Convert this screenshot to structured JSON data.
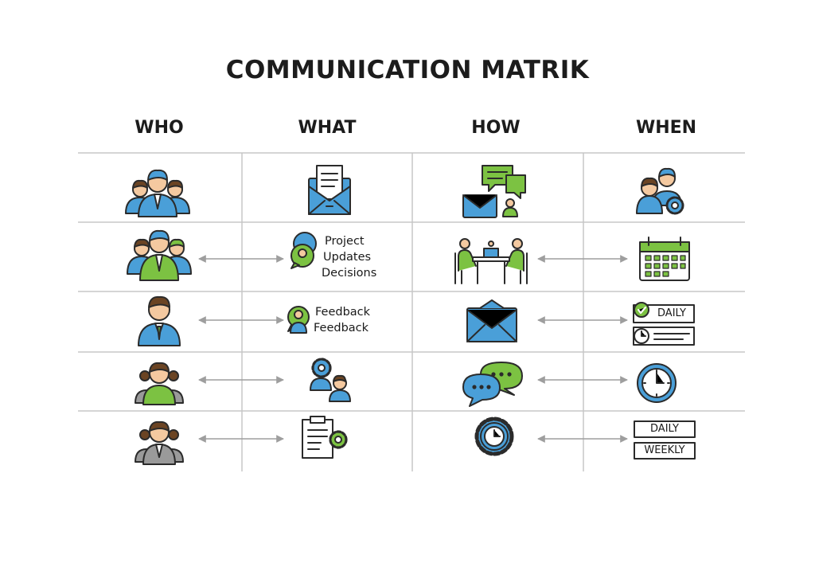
{
  "title": "COMMUNICATION MATRIK",
  "columns": [
    "WHO",
    "WHAT",
    "HOW",
    "WHEN"
  ],
  "rows": [
    {
      "who": "team-group-icon",
      "what": {
        "icon": "newsletter-envelope-icon",
        "lines": []
      },
      "how": "chat-and-email-icon",
      "when": {
        "icon": "people-gear-icon",
        "labels": []
      }
    },
    {
      "who": "large-team-icon",
      "what": {
        "icon": "chat-bubbles-icon",
        "lines": [
          "Project",
          "Updates",
          "Decisions"
        ]
      },
      "how": "meeting-table-icon",
      "when": {
        "icon": "calendar-icon",
        "labels": []
      }
    },
    {
      "who": "manager-icon",
      "what": {
        "icon": "feedback-person-icon",
        "lines": [
          "Feedback",
          "Feedback"
        ]
      },
      "how": "email-icon",
      "when": {
        "icon": "daily-checklist-icon",
        "labels": [
          "DAILY"
        ]
      }
    },
    {
      "who": "colleague-group-icon",
      "what": {
        "icon": "person-gear-icon",
        "lines": []
      },
      "how": "chat-bubbles-icon",
      "when": {
        "icon": "clock-icon",
        "labels": []
      }
    },
    {
      "who": "stakeholder-group-icon",
      "what": {
        "icon": "document-gear-icon",
        "lines": []
      },
      "how": "gear-clock-icon",
      "when": {
        "icon": "schedule-labels-icon",
        "labels": [
          "DAILY",
          "WEEKLY"
        ]
      }
    }
  ],
  "colors": {
    "blue": "#4a9fd8",
    "green": "#7cc242",
    "skin": "#f4c9a0",
    "hair": "#6b4423",
    "outline": "#2b2b2b",
    "grid": "#c7c7c7",
    "arrow": "#9e9e9e"
  }
}
